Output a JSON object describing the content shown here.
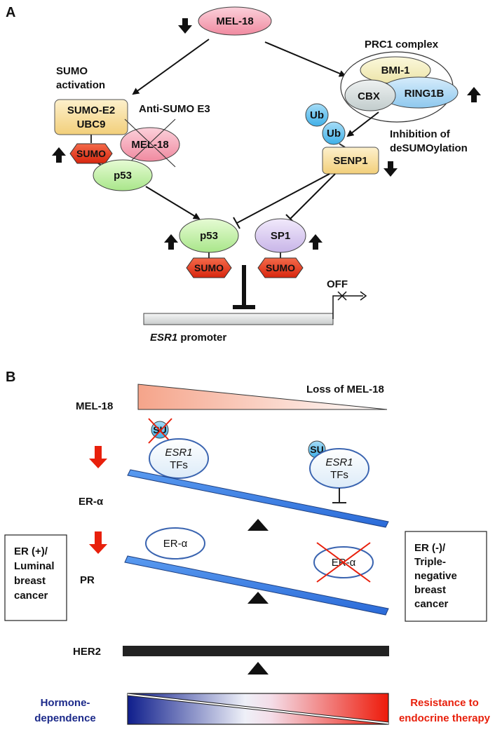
{
  "panel_a": {
    "letter": "A",
    "mel18_top": "MEL-18",
    "prc1_title": "PRC1 complex",
    "bmi1": "BMI-1",
    "cbx": "CBX",
    "ring1b": "RING1B",
    "sumo_activation_1": "SUMO",
    "sumo_activation_2": "activation",
    "sumo_e2_1": "SUMO-E2",
    "sumo_e2_2": "UBC9",
    "anti_sumo_e3": "Anti-SUMO E3",
    "mel18_crossed": "MEL-18",
    "sumo": "SUMO",
    "p53": "p53",
    "ub": "Ub",
    "inhibition_1": "Inhibition of",
    "inhibition_2": "deSUMOylation",
    "senp1": "SENP1",
    "sp1": "SP1",
    "off": "OFF",
    "promoter_gene": "ESR1",
    "promoter_word": " promoter"
  },
  "panel_b": {
    "letter": "B",
    "mel18": "MEL-18",
    "loss_of_mel18": "Loss of MEL-18",
    "su": "SU",
    "tfs_gene": "ESR1",
    "tfs_word": "TFs",
    "er_alpha": "ER-α",
    "pr": "PR",
    "her2": "HER2",
    "left_box": [
      "ER (+)/",
      "Luminal",
      "breast",
      "cancer"
    ],
    "right_box": [
      "ER (-)/",
      "Triple-",
      "negative",
      "breast",
      "cancer"
    ],
    "hormone_1": "Hormone-",
    "hormone_2": "dependence",
    "resistance_1": "Resistance to",
    "resistance_2": "endocrine therapy"
  },
  "colors": {
    "pink_node": "#f08aa0",
    "sumo_red": "#e8341c",
    "green_node": "#bfeea0",
    "purple_node": "#d9c9ee",
    "ub_blue": "#5fc0ee",
    "tan_box": "#f7d98f",
    "seesaw_blue": "#3a7fe0",
    "hormone_blue": "#1c2a8a",
    "resistance_red": "#e8200c"
  }
}
